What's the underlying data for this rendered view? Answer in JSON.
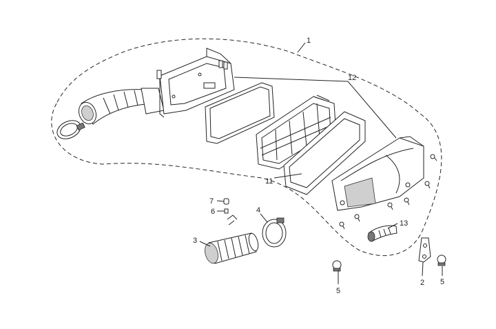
{
  "callouts": {
    "c1": "1",
    "c12": "12",
    "c11": "11",
    "c13": "13",
    "c7": "7",
    "c6": "6",
    "c4": "4",
    "c3": "3",
    "c5a": "5",
    "c2": "2",
    "c5b": "5"
  }
}
